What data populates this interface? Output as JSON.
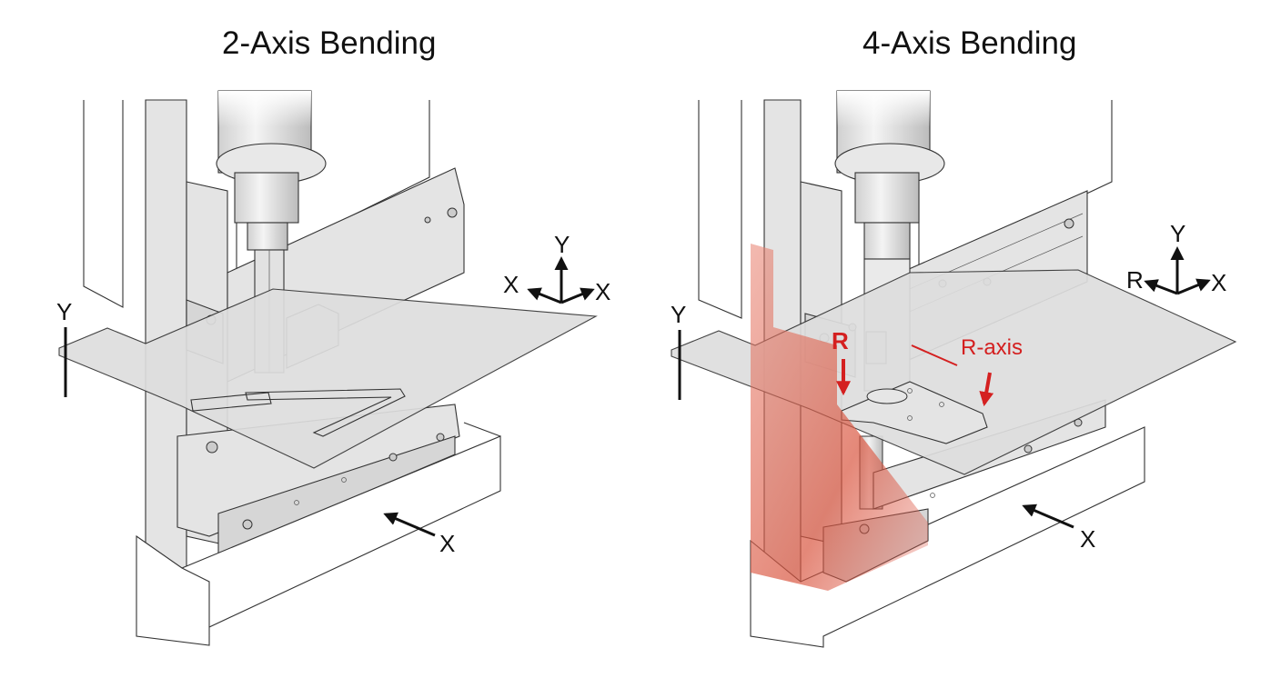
{
  "panels": [
    {
      "title": "2-Axis Bending",
      "axis_triad": {
        "up": "Y",
        "left": "X",
        "right": "X"
      },
      "side_axis": "Y",
      "bottom_axis": "X"
    },
    {
      "title": "4-Axis Bending",
      "axis_triad": {
        "up": "Y",
        "left": "R",
        "right": "X"
      },
      "side_axis": "Y",
      "bottom_axis": "X",
      "annotations": {
        "r_marker": "R",
        "r_axis": "R-axis"
      },
      "highlight_color": "#e06050",
      "annotation_color": "#d42020"
    }
  ]
}
